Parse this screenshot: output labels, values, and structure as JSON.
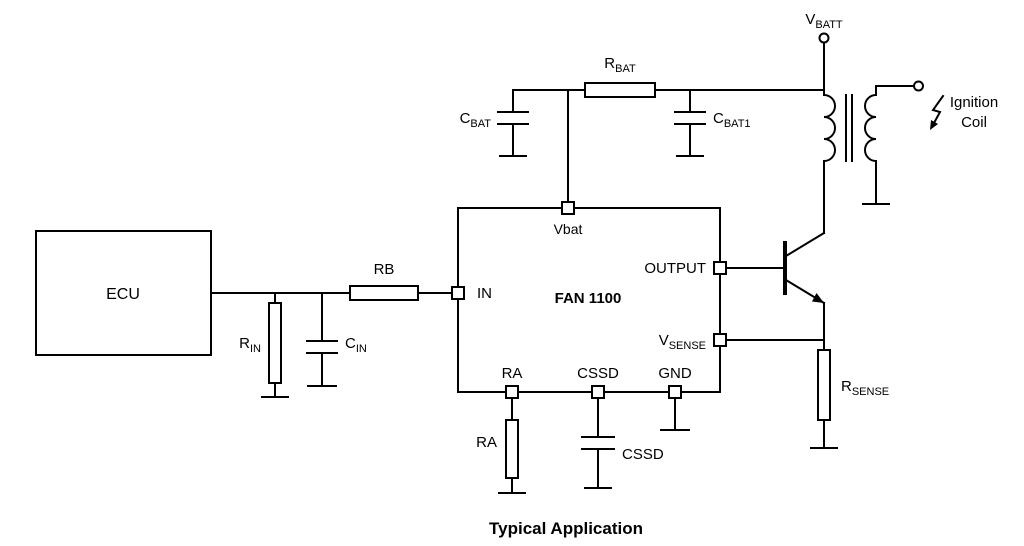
{
  "title": "Typical Application",
  "colors": {
    "stroke": "#000000",
    "background": "#ffffff"
  },
  "icons": {
    "spark": "lightning-arrow",
    "terminal": "open-circle"
  },
  "ic": {
    "name": "FAN 1100",
    "pins": {
      "vbat": "Vbat",
      "in": "IN",
      "output": "OUTPUT",
      "vsense": {
        "base": "V",
        "sub": "SENSE"
      },
      "ra": "RA",
      "cssd": "CSSD",
      "gnd": "GND"
    }
  },
  "components": {
    "ecu": "ECU",
    "rin": {
      "base": "R",
      "sub": "IN"
    },
    "cin": {
      "base": "C",
      "sub": "IN"
    },
    "rb": "RB",
    "cbat": {
      "base": "C",
      "sub": "BAT"
    },
    "rbat": {
      "base": "R",
      "sub": "BAT"
    },
    "cbat1": {
      "base": "C",
      "sub": "BAT1"
    },
    "vbatt": {
      "base": "V",
      "sub": "BATT"
    },
    "ignition_coil": {
      "line1": "Ignition",
      "line2": "Coil"
    },
    "ra": "RA",
    "cssd": "CSSD",
    "rsense": {
      "base": "R",
      "sub": "SENSE"
    }
  }
}
